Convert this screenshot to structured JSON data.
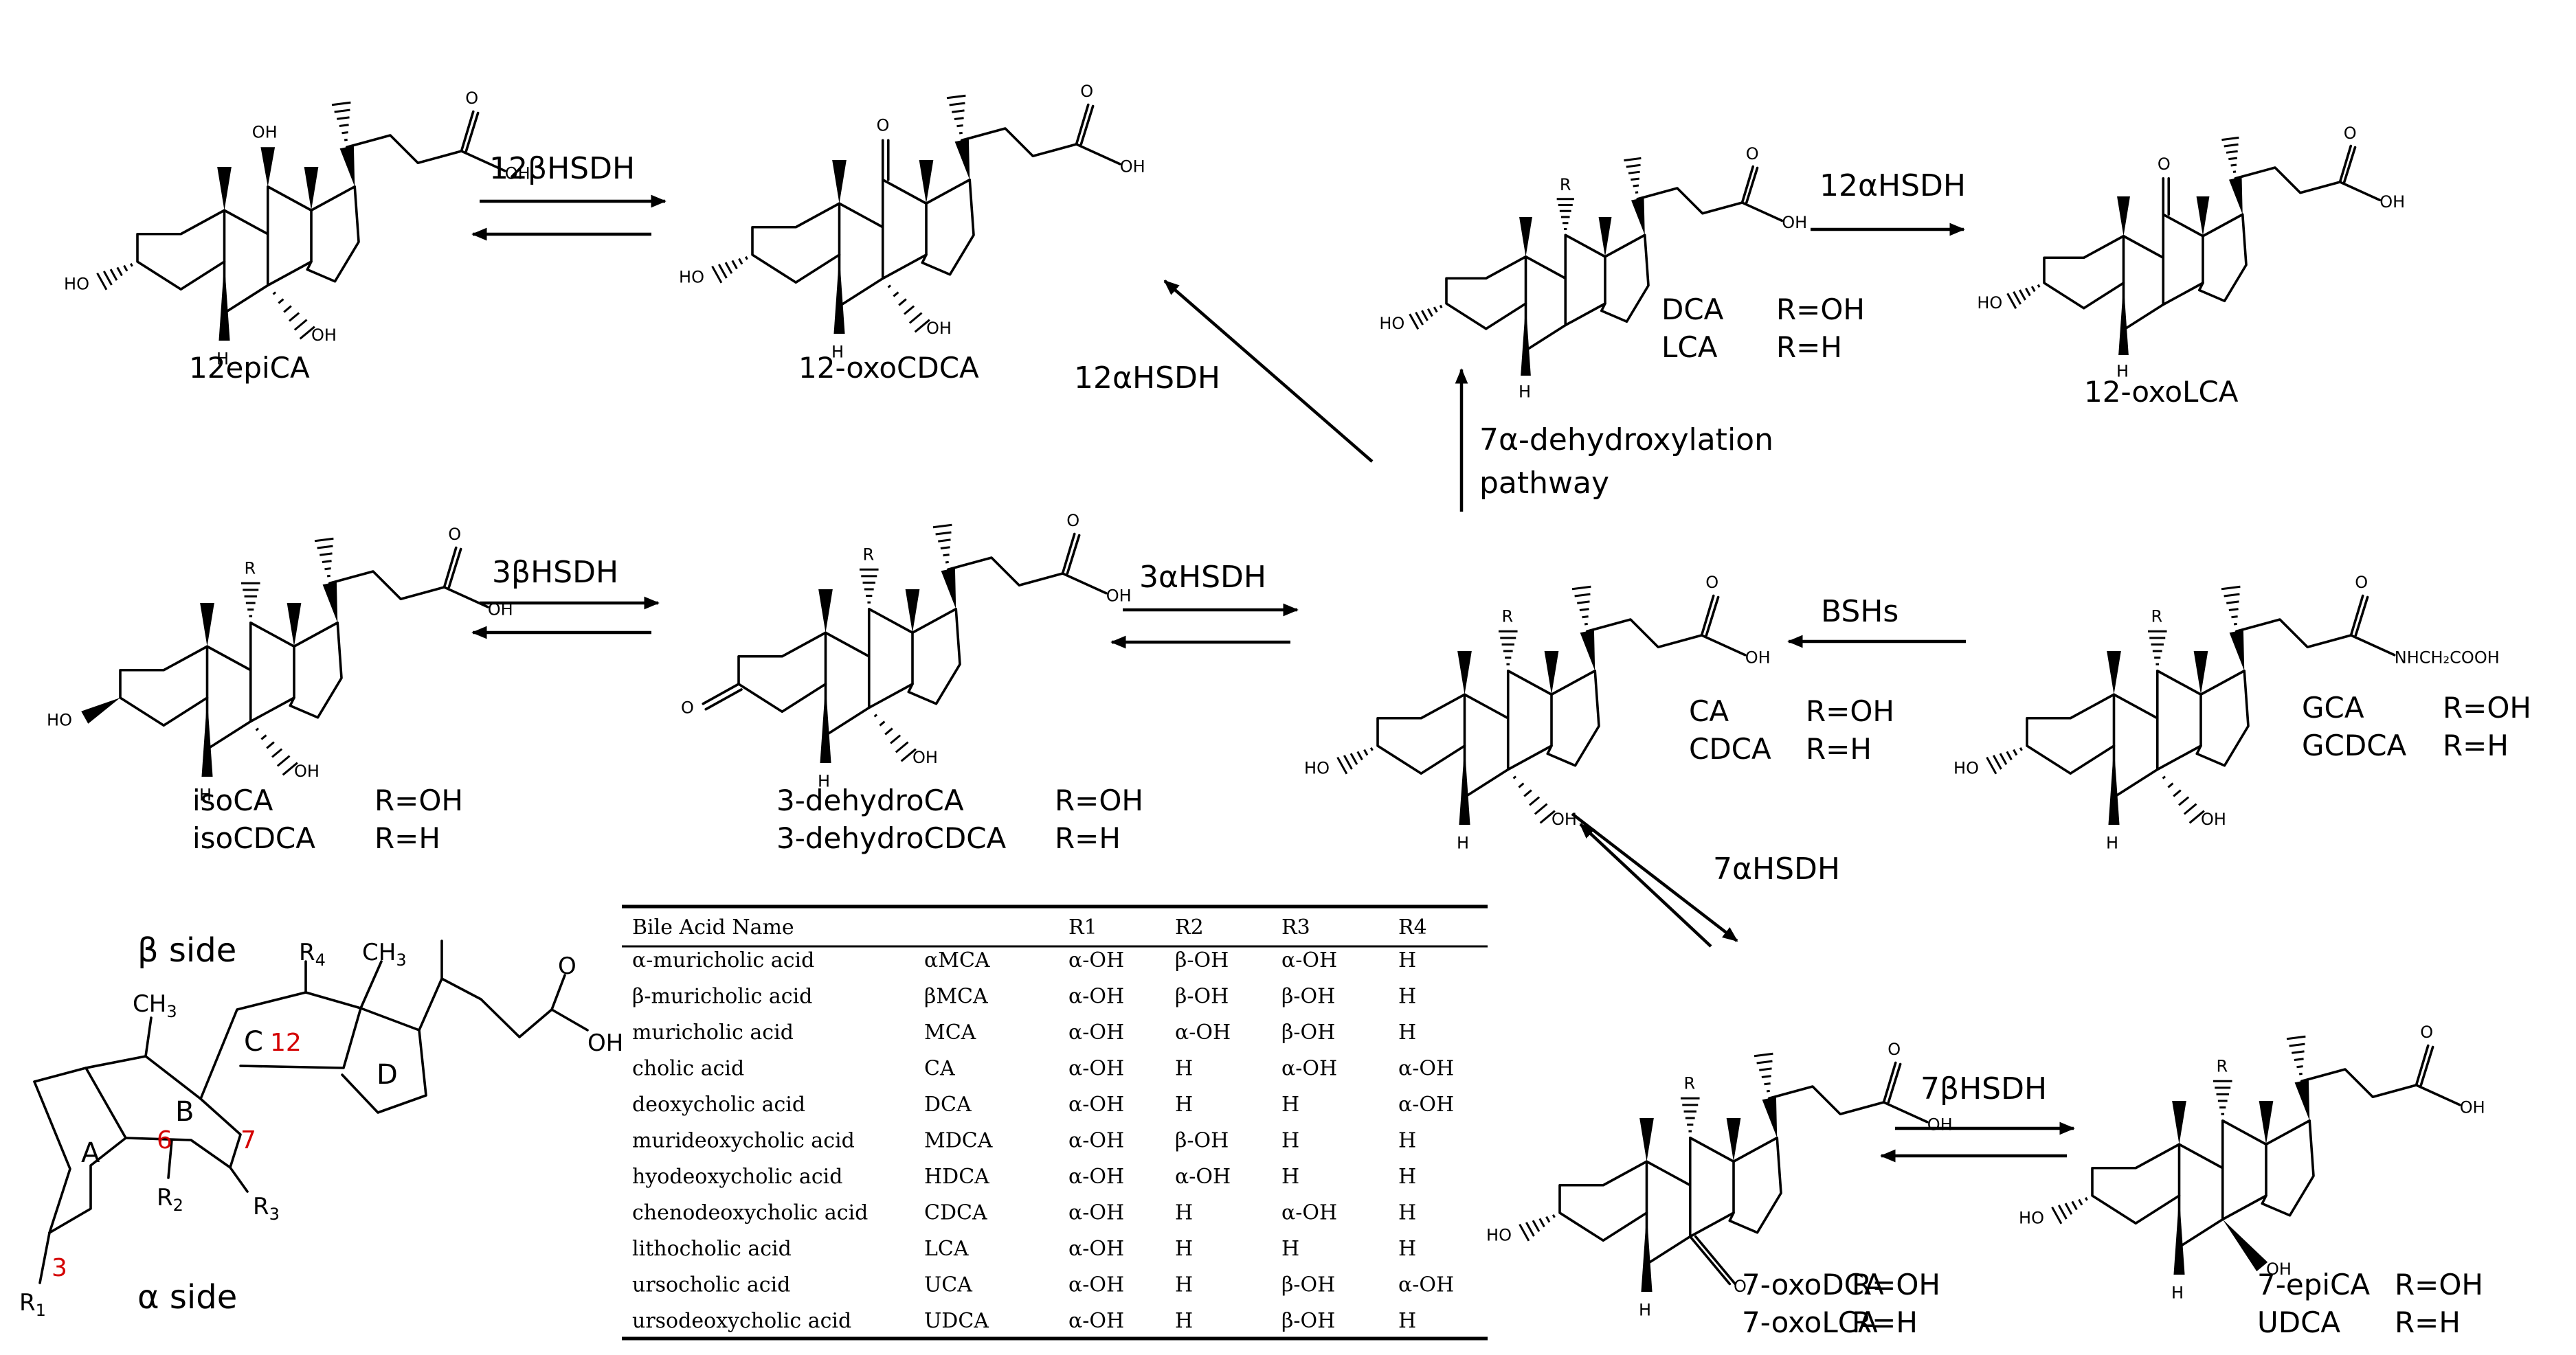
{
  "enzymes": {
    "hsdh12b": "12βHSDH",
    "hsdh12a_top": "12αHSDH",
    "hsdh12a_diag": "12αHSDH",
    "hsdh3b": "3βHSDH",
    "hsdh3a": "3αHSDH",
    "dehydroxylation_line1": "7α-dehydroxylation",
    "dehydroxylation_line2": "pathway",
    "bsh": "BSHs",
    "hsdh7a": "7αHSDH",
    "hsdh7b": "7βHSDH"
  },
  "molecules": {
    "epiCA": {
      "name": "12epiCA"
    },
    "oxoCDCA12": {
      "name": "12-oxoCDCA"
    },
    "dca": {
      "name1": "DCA",
      "r1": "R=OH",
      "name2": "LCA",
      "r2": "R=H"
    },
    "oxoLCA12": {
      "name": "12-oxoLCA"
    },
    "iso": {
      "name1": "isoCA",
      "r1": "R=OH",
      "name2": "isoCDCA",
      "r2": "R=H"
    },
    "dehydro": {
      "name1": "3-dehydroCA",
      "r1": "R=OH",
      "name2": "3-dehydroCDCA",
      "r2": "R=H"
    },
    "ca": {
      "name1": "CA",
      "r1": "R=OH",
      "name2": "CDCA",
      "r2": "R=H"
    },
    "gca": {
      "name1": "GCA",
      "r1": "R=OH",
      "name2": "GCDCA",
      "r2": "R=H"
    },
    "oxo7": {
      "name1": "7-oxoDCA",
      "r1": "R=OH",
      "name2": "7-oxoLCA",
      "r2": "R=H"
    },
    "epi7": {
      "name1": "7-epiCA",
      "r1": "R=OH",
      "name2": "UDCA",
      "r2": "R=H"
    }
  },
  "atoms": {
    "oh": "OH",
    "ho": "HO",
    "h": "H",
    "o": "O",
    "r": "R",
    "glycine": "NHCH₂COOH"
  },
  "template": {
    "beta_side": "β side",
    "alpha_side": "α side",
    "ring_a": "A",
    "ring_b": "B",
    "ring_c": "C",
    "ring_d": "D",
    "pos3": "3",
    "pos6": "6",
    "pos7": "7",
    "pos12": "12",
    "r1": "R",
    "r1_sub": "1",
    "r2": "R",
    "r2_sub": "2",
    "r3": "R",
    "r3_sub": "3",
    "r4": "R",
    "r4_sub": "4",
    "ch3": "CH",
    "ch3_sub": "3",
    "oh": "OH",
    "o": "O"
  },
  "table": {
    "headers": [
      "Bile Acid Name",
      "",
      "R1",
      "R2",
      "R3",
      "R4"
    ],
    "rows": [
      [
        "α-muricholic acid",
        "αMCA",
        "α-OH",
        "β-OH",
        "α-OH",
        "H"
      ],
      [
        "β-muricholic acid",
        "βMCA",
        "α-OH",
        "β-OH",
        "β-OH",
        "H"
      ],
      [
        "muricholic acid",
        "MCA",
        "α-OH",
        "α-OH",
        "β-OH",
        "H"
      ],
      [
        "cholic acid",
        "CA",
        "α-OH",
        "H",
        "α-OH",
        "α-OH"
      ],
      [
        "deoxycholic acid",
        "DCA",
        "α-OH",
        "H",
        "H",
        "α-OH"
      ],
      [
        "murideoxycholic acid",
        "MDCA",
        "α-OH",
        "β-OH",
        "H",
        "H"
      ],
      [
        "hyodeoxycholic acid",
        "HDCA",
        "α-OH",
        "α-OH",
        "H",
        "H"
      ],
      [
        "chenodeoxycholic acid",
        "CDCA",
        "α-OH",
        "H",
        "α-OH",
        "H"
      ],
      [
        "lithocholic acid",
        "LCA",
        "α-OH",
        "H",
        "H",
        "H"
      ],
      [
        "ursocholic acid",
        "UCA",
        "α-OH",
        "H",
        "β-OH",
        "α-OH"
      ],
      [
        "ursodeoxycholic acid",
        "UDCA",
        "α-OH",
        "H",
        "β-OH",
        "H"
      ]
    ]
  }
}
